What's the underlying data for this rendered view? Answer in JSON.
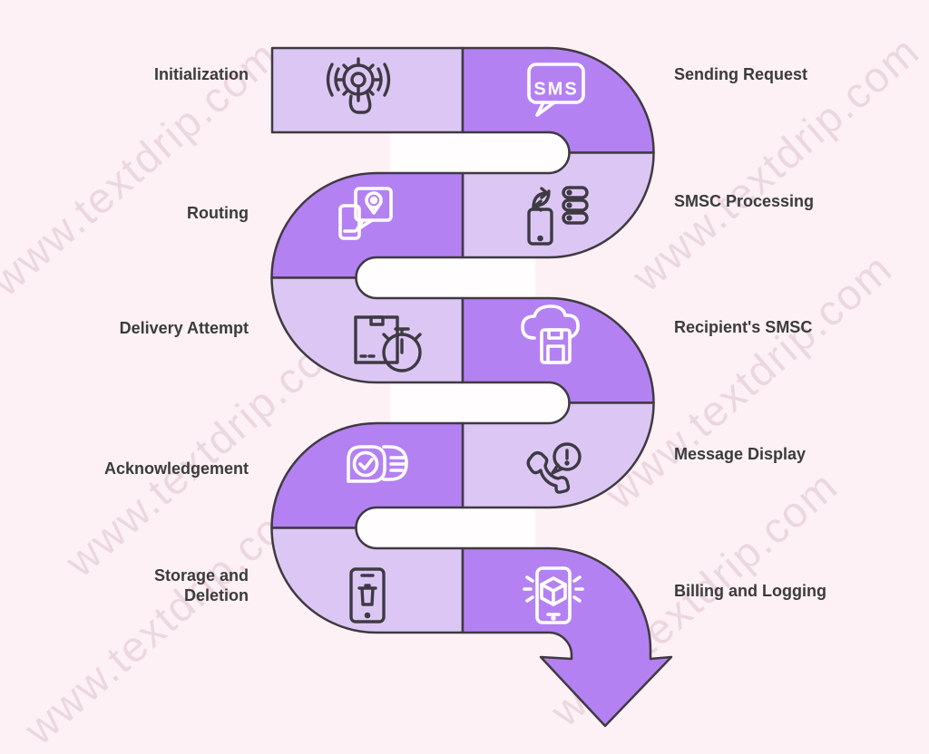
{
  "diagram": {
    "subject": "SMS message flow",
    "direction": "serpentine-top-to-bottom"
  },
  "steps": [
    {
      "label": "Initialization",
      "side": "left",
      "icon": "gear-tap-icon"
    },
    {
      "label": "Sending Request",
      "side": "right",
      "icon": "sms-bubble-icon"
    },
    {
      "label": "Routing",
      "side": "left",
      "icon": "phone-location-icon"
    },
    {
      "label": "SMSC Processing",
      "side": "right",
      "icon": "phone-server-sync-icon"
    },
    {
      "label": "Delivery Attempt",
      "side": "left",
      "icon": "package-stopwatch-icon"
    },
    {
      "label": "Recipient's SMSC",
      "side": "right",
      "icon": "cloud-save-icon"
    },
    {
      "label": "Acknowledgement",
      "side": "left",
      "icon": "chat-check-icon"
    },
    {
      "label": "Message Display",
      "side": "right",
      "icon": "phone-alert-icon"
    },
    {
      "label": "Storage and Deletion",
      "side": "left",
      "icon": "phone-trash-icon"
    },
    {
      "label": "Billing and Logging",
      "side": "right",
      "icon": "phone-cube-icon"
    }
  ],
  "icons": {
    "sms_text": "SMS"
  },
  "watermark": {
    "text": "www.textdrip.com"
  },
  "colors": {
    "background": "#fdf1f5",
    "purple_dark": "#b481f2",
    "purple_light": "#dcc7f4",
    "outline": "#3f3a42",
    "icon_on_dark": "#ffffff",
    "icon_on_light": "#3e3a44",
    "label_text": "#3b3b3b",
    "watermark": "#dfc3cf"
  }
}
